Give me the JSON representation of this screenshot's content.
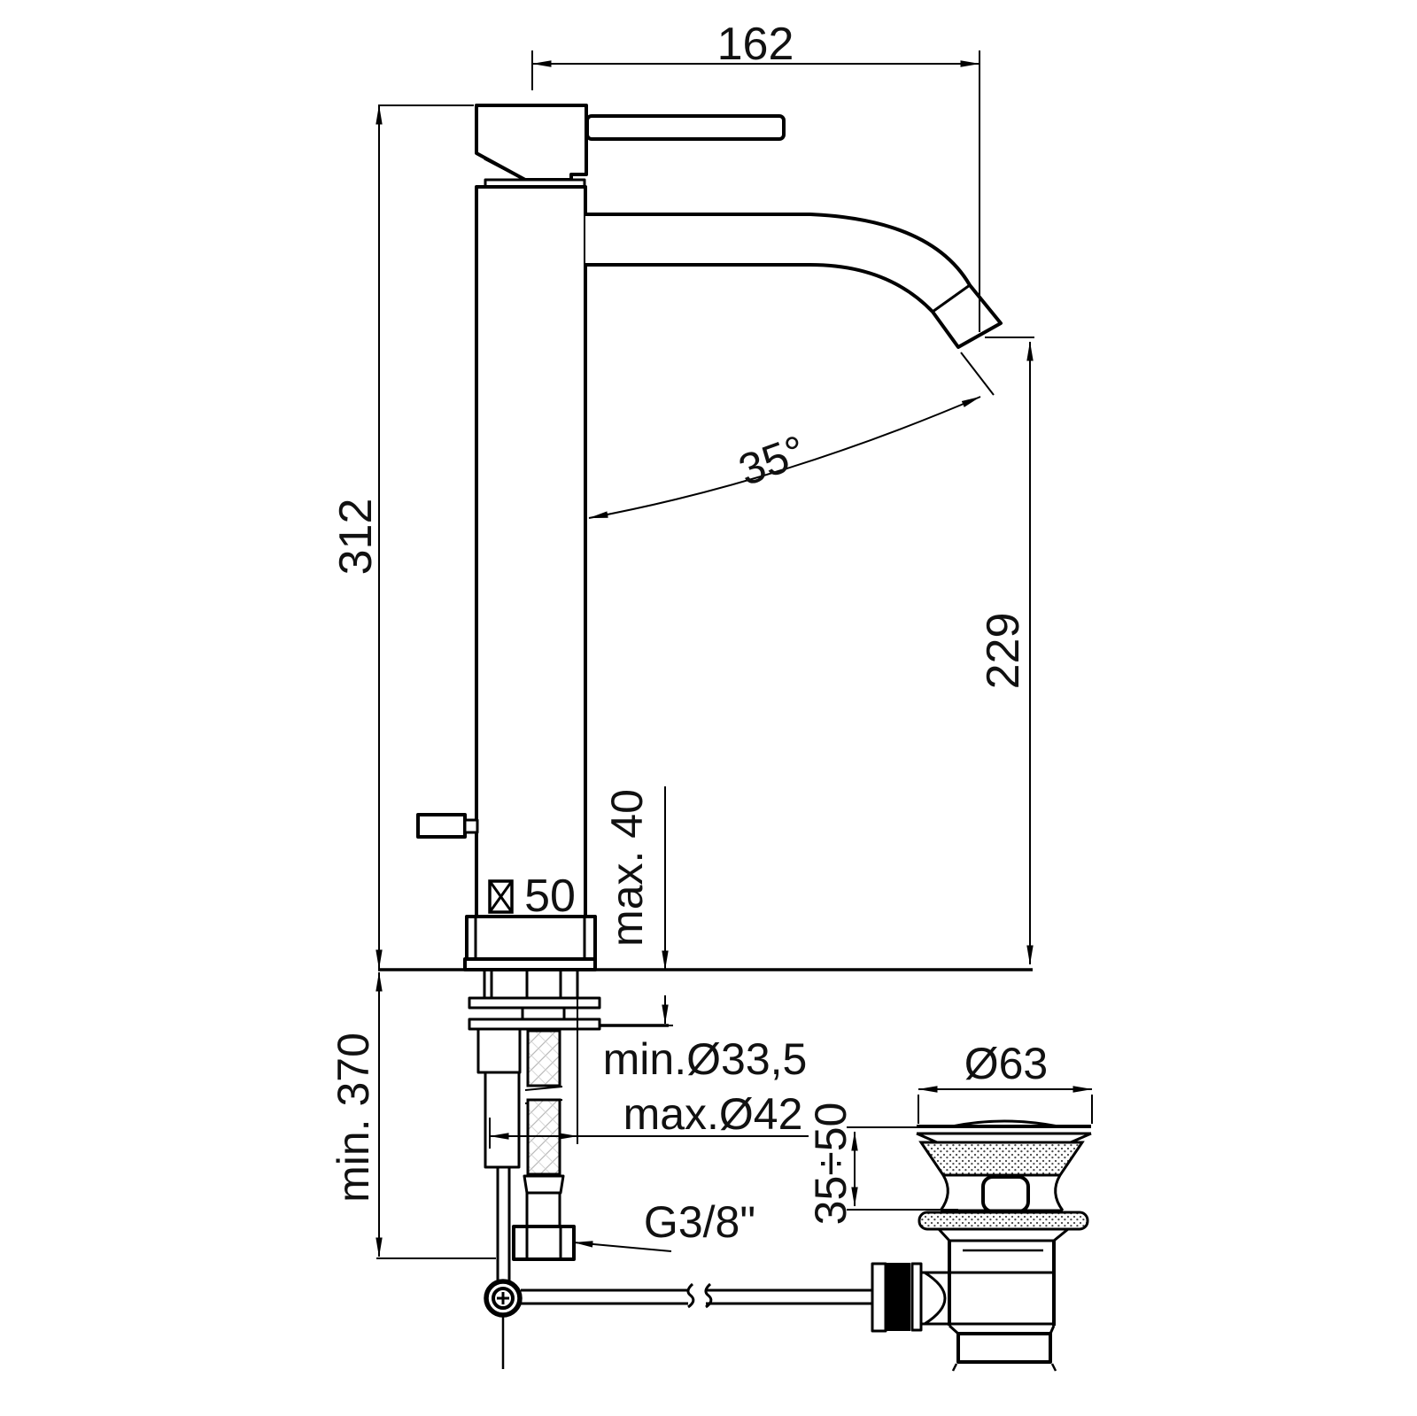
{
  "dims": {
    "reach": "162",
    "height": "312",
    "angle": "35°",
    "spout_height": "229",
    "deck_thickness": "max. 40",
    "body_section": "50",
    "clearance_below": "min. 370",
    "hole_min": "min.Ø33,5",
    "hole_max": "max.Ø42",
    "supply_thread": "G3/8\"",
    "waste_diameter": "Ø63",
    "waste_adjust": "35÷50"
  }
}
